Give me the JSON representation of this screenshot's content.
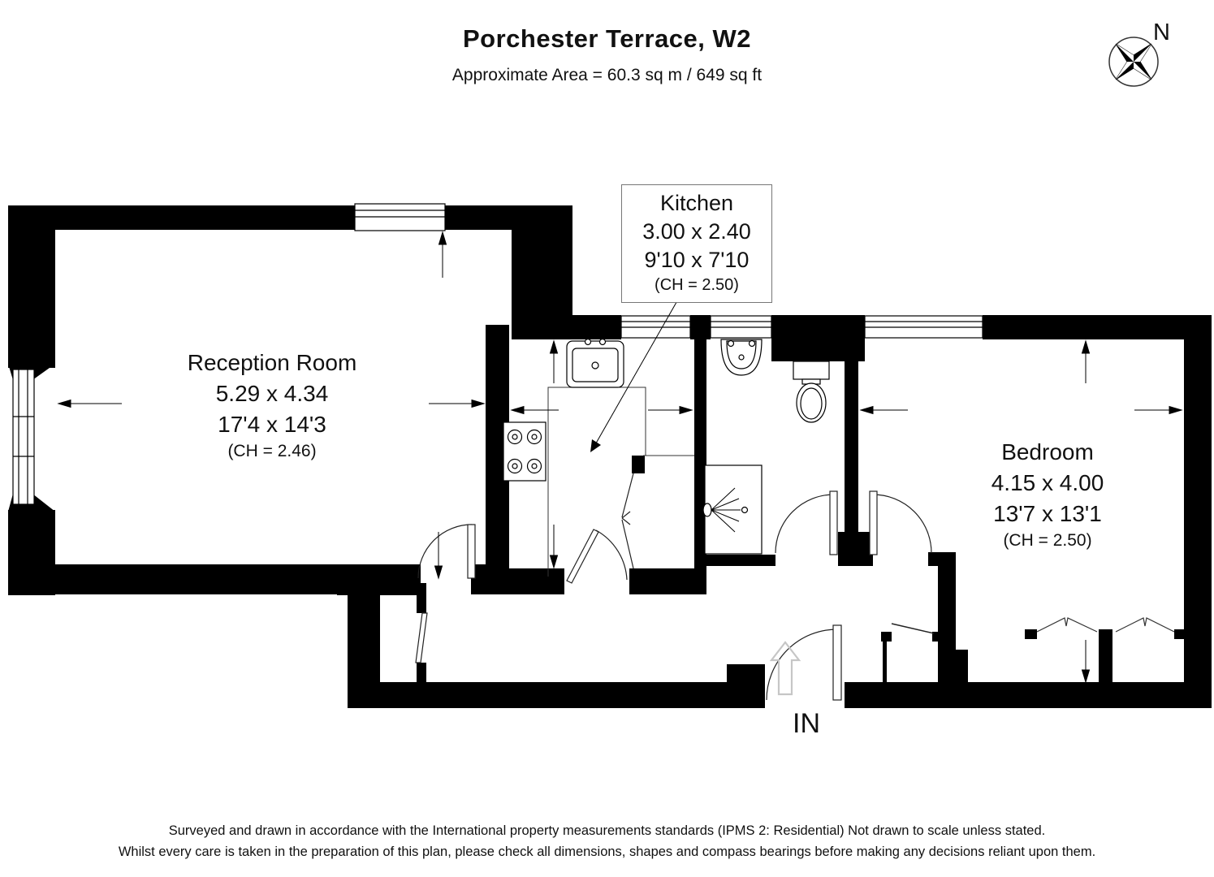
{
  "header": {
    "title": "Porchester Terrace, W2",
    "subtitle": "Approximate Area = 60.3 sq m / 649 sq ft"
  },
  "compass": {
    "north_label": "N"
  },
  "rooms": {
    "reception": {
      "name": "Reception Room",
      "dimensions_metric": "5.29 x 4.34",
      "dimensions_imperial": "17'4 x 14'3",
      "ceiling_height": "(CH = 2.46)"
    },
    "kitchen": {
      "name": "Kitchen",
      "dimensions_metric": "3.00 x 2.40",
      "dimensions_imperial": "9'10 x 7'10",
      "ceiling_height": "(CH = 2.50)"
    },
    "bedroom": {
      "name": "Bedroom",
      "dimensions_metric": "4.15 x 4.00",
      "dimensions_imperial": "13'7 x 13'1",
      "ceiling_height": "(CH = 2.50)"
    }
  },
  "entrance": {
    "label": "IN"
  },
  "footer": {
    "line1": "Surveyed and drawn in accordance with the International property measurements standards (IPMS 2: Residential) Not drawn to scale unless stated.",
    "line2": "Whilst every care is taken in the preparation of this plan, please check all dimensions, shapes and compass bearings before making any decisions reliant upon them."
  },
  "colors": {
    "wall": "#000000",
    "background": "#ffffff",
    "entry_arrow": "#c6c6c6"
  }
}
